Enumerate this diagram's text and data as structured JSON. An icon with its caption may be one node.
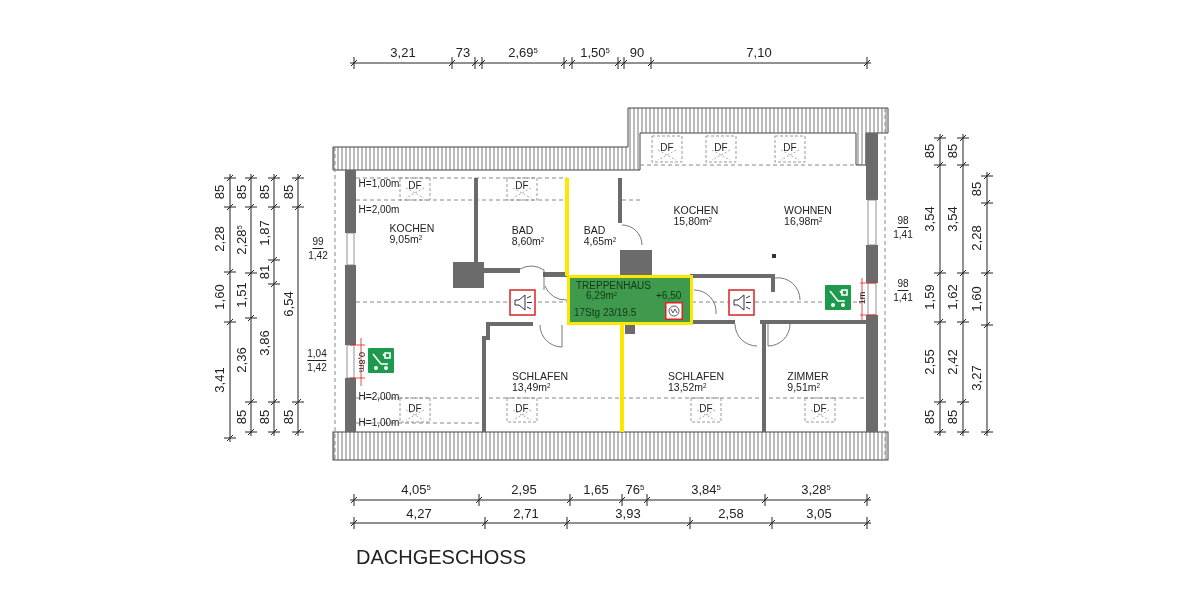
{
  "diagram": {
    "title": "DACHGESCHOSS",
    "nodes": [
      {
        "text": [
          "KOCHEN",
          "9,05m$^{2}$"
        ]
      },
      {
        "text": [
          "KOCHEN",
          "15,80m$^{2}$"
        ]
      },
      {
        "text": [
          "WOHNEN",
          "16,98m$^{2}$"
        ]
      },
      {
        "text": [
          "BAD",
          "8,60m$^{2}$"
        ]
      },
      {
        "text": [
          "BAD",
          "4,65m$^{2}$"
        ]
      },
      {
        "text": [
          "TREPPENHAUS",
          "6,29m$^{2}$",
          "+6,50",
          "17Stg 23/19.5"
        ]
      },
      {
        "text": [
          "SCHLAFEN",
          "13,49m$^{2}$"
        ]
      },
      {
        "text": [
          "SCHLAFEN",
          "13,52m$^{2}$"
        ]
      },
      {
        "text": [
          "ZIMMER",
          "9,51m$^{2}$"
        ]
      }
    ],
    "labels": [
      "3,21",
      "73",
      "2,69$^{5}$",
      "1,50$^{5}$",
      "90",
      "7,10",
      "85",
      "2,28",
      "1,60",
      "3,41",
      "85",
      "2,28$^{5}$",
      "1,51",
      "2,36",
      "85",
      "85",
      "1,87",
      "81",
      "3,86",
      "85",
      "85",
      "6,54",
      "85",
      "85",
      "3,54",
      "1,59",
      "2,55",
      "85",
      "85",
      "3,54",
      "1,62",
      "2,42",
      "85",
      "85",
      "2,28",
      "1,60",
      "3,27",
      "DF",
      "DF",
      "DF",
      "H=1,00m",
      "DF",
      "DF",
      "H=2,00m",
      "98",
      "99",
      "1,41",
      "1,42",
      "1m",
      "98",
      "1,41",
      "1,04",
      "1,42",
      "0,8m",
      "H=2,00m",
      "DF",
      "DF",
      "DF",
      "DF",
      "H=1,00m",
      "4,05$^{5}$",
      "2,95",
      "1,65",
      "76$^{5}$",
      "3,84$^{5}$",
      "3,28$^{5}$",
      "4,27",
      "2,71",
      "3,93",
      "2,58",
      "3,05"
    ]
  }
}
